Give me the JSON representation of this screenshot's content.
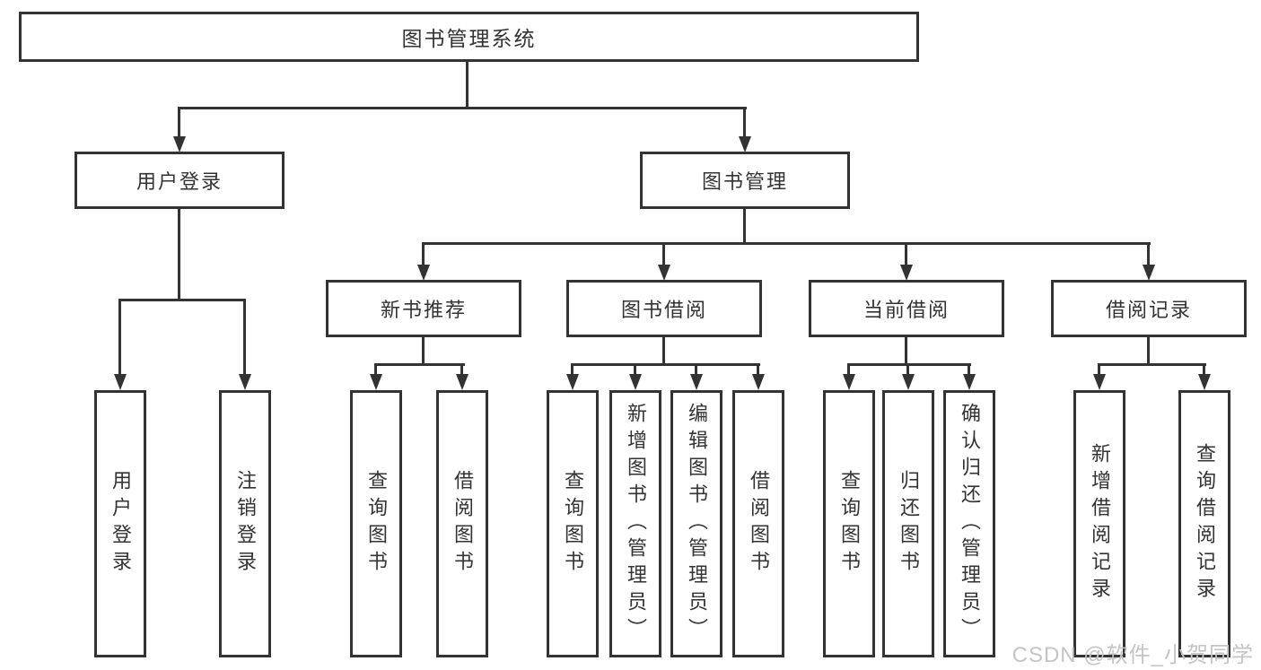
{
  "diagram": {
    "root": {
      "label": "图书管理系统"
    },
    "level2": [
      {
        "label": "用户登录"
      },
      {
        "label": "图书管理"
      }
    ],
    "level3": [
      {
        "label": "新书推荐",
        "parent": "图书管理"
      },
      {
        "label": "图书借阅",
        "parent": "图书管理"
      },
      {
        "label": "当前借阅",
        "parent": "图书管理"
      },
      {
        "label": "借阅记录",
        "parent": "图书管理"
      }
    ],
    "leaves": [
      {
        "label": "用户登录",
        "parent": "用户登录"
      },
      {
        "label": "注销登录",
        "parent": "用户登录"
      },
      {
        "label": "查询图书",
        "parent": "新书推荐"
      },
      {
        "label": "借阅图书",
        "parent": "新书推荐"
      },
      {
        "label": "查询图书",
        "parent": "图书借阅"
      },
      {
        "label": "新增图书（管理员）",
        "parent": "图书借阅"
      },
      {
        "label": "编辑图书（管理员）",
        "parent": "图书借阅"
      },
      {
        "label": "借阅图书",
        "parent": "图书借阅"
      },
      {
        "label": "查询图书",
        "parent": "当前借阅"
      },
      {
        "label": "归还图书",
        "parent": "当前借阅"
      },
      {
        "label": "确认归还（管理员）",
        "parent": "当前借阅"
      },
      {
        "label": "新增借阅记录",
        "parent": "借阅记录"
      },
      {
        "label": "查询借阅记录",
        "parent": "借阅记录"
      }
    ],
    "watermark": {
      "text": "CSDN @软件_小贺同学"
    },
    "colors": {
      "line": "#333333",
      "text": "#333333",
      "watermark": "#c4c4c4",
      "background": "#ffffff"
    }
  }
}
